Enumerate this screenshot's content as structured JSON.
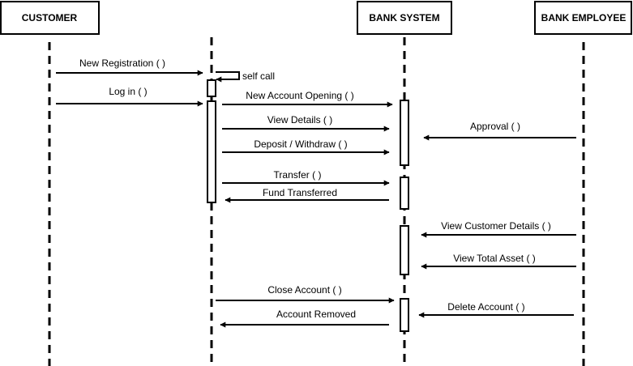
{
  "actors": [
    {
      "id": "customer",
      "label": "CUSTOMER"
    },
    {
      "id": "system_ui",
      "label": ""
    },
    {
      "id": "bank_system",
      "label": "BANK SYSTEM"
    },
    {
      "id": "bank_employee",
      "label": "BANK EMPLOYEE"
    }
  ],
  "messages": [
    {
      "label": "New Registration ( )",
      "from": "customer",
      "to": "system_ui"
    },
    {
      "label": "self call",
      "from": "system_ui",
      "to": "system_ui"
    },
    {
      "label": "Log in ( )",
      "from": "customer",
      "to": "system_ui"
    },
    {
      "label": "New Account Opening ( )",
      "from": "system_ui",
      "to": "bank_system"
    },
    {
      "label": "View Details ( )",
      "from": "system_ui",
      "to": "bank_system"
    },
    {
      "label": "Approval ( )",
      "from": "bank_employee",
      "to": "bank_system"
    },
    {
      "label": "Deposit / Withdraw ( )",
      "from": "system_ui",
      "to": "bank_system"
    },
    {
      "label": "Transfer ( )",
      "from": "system_ui",
      "to": "bank_system"
    },
    {
      "label": "Fund Transferred",
      "from": "bank_system",
      "to": "system_ui"
    },
    {
      "label": "View Customer Details ( )",
      "from": "bank_employee",
      "to": "bank_system"
    },
    {
      "label": "View Total Asset ( )",
      "from": "bank_employee",
      "to": "bank_system"
    },
    {
      "label": "Close Account ( )",
      "from": "system_ui",
      "to": "bank_system"
    },
    {
      "label": "Delete Account ( )",
      "from": "bank_employee",
      "to": "bank_system"
    },
    {
      "label": "Account Removed",
      "from": "bank_system",
      "to": "system_ui"
    }
  ]
}
